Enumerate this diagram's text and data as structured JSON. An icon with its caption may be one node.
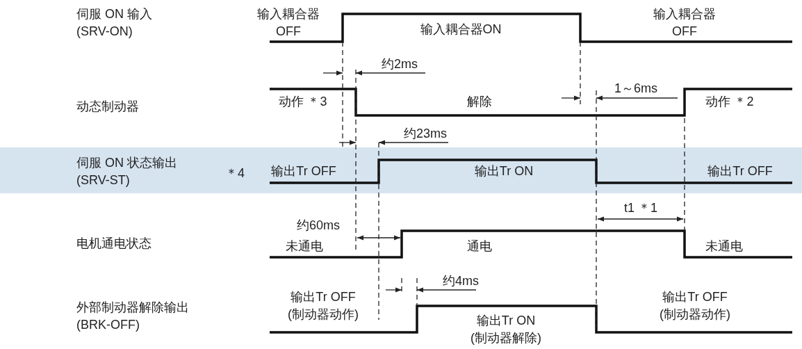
{
  "diagram": {
    "labels": [
      "伺服 ON 输入 (SRV-ON)",
      "输入耦合器 OFF",
      "输入耦合器ON",
      "输入耦合器 OFF",
      "约2ms",
      "动态制动器",
      "动作 ＊3",
      "解除",
      "1～6ms",
      "动作 ＊2",
      "约23ms",
      "伺服 ON 状态输出 (SRV-ST)",
      "＊4",
      "输出Tr OFF",
      "输出Tr ON",
      "输出Tr OFF",
      "t1 ＊1",
      "电机通电状态",
      "约60ms",
      "未通电",
      "通电",
      "未通电",
      "约4ms",
      "外部制动器解除输出 (BRK-OFF)",
      "输出Tr OFF (制动器动作)",
      "输出Tr ON (制动器解除)",
      "输出Tr OFF (制动器动作)"
    ]
  }
}
